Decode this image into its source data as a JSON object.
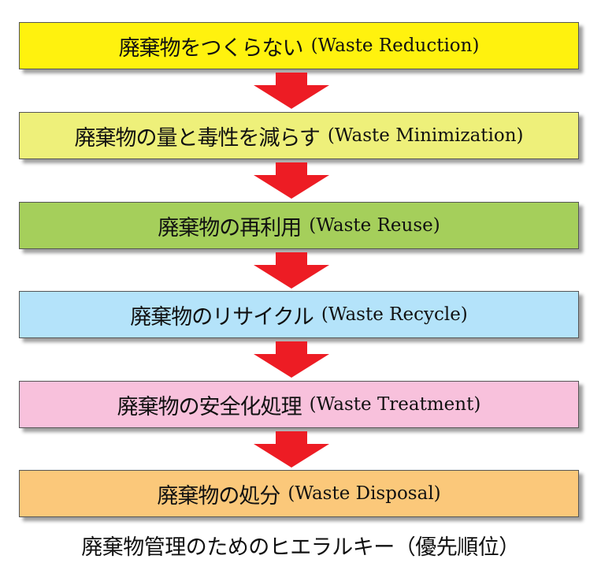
{
  "levels": [
    {
      "jp": "廃棄物をつくらない",
      "en": "(Waste Reduction)",
      "color": "#fff20e"
    },
    {
      "jp": "廃棄物の量と毒性を減らす",
      "en": "(Waste Minimization)",
      "color": "#eef07a"
    },
    {
      "jp": "廃棄物の再利用",
      "en": "(Waste Reuse)",
      "color": "#a5cf5b"
    },
    {
      "jp": "廃棄物のリサイクル",
      "en": "(Waste Recycle)",
      "color": "#b4e3fa"
    },
    {
      "jp": "廃棄物の安全化処理",
      "en": "(Waste Treatment)",
      "color": "#f8c1dc"
    },
    {
      "jp": "廃棄物の処分",
      "en": "(Waste Disposal)",
      "color": "#fbc87a"
    }
  ],
  "arrow_color": "#ed1c24",
  "caption": "廃棄物管理のためのヒエラルキー（優先順位）"
}
